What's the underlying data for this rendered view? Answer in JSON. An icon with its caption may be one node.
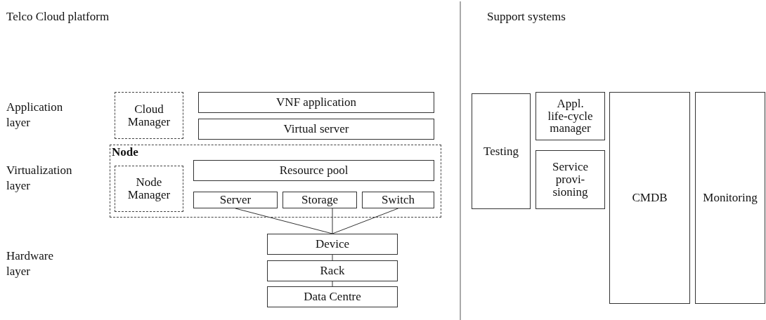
{
  "diagram": {
    "nodes": [
      {
        "text": [
          "Cloud Manager"
        ]
      },
      {
        "text": [
          "VNF application"
        ]
      },
      {
        "text": [
          "Virtual server"
        ]
      },
      {
        "text": [
          "Node"
        ]
      },
      {
        "text": [
          "Node Manager"
        ],
        "in": 3
      },
      {
        "text": [
          "Resource pool"
        ],
        "in": 3
      },
      {
        "text": [
          "Server"
        ],
        "in": 3
      },
      {
        "text": [
          "Storage"
        ],
        "in": 3
      },
      {
        "text": [
          "Switch"
        ],
        "in": 3
      },
      {
        "text": [
          "Device"
        ]
      },
      {
        "text": [
          "Rack"
        ]
      },
      {
        "text": [
          "Data Centre"
        ]
      },
      {
        "text": [
          "Testing"
        ]
      },
      {
        "text": [
          "Appl. life-cycle manager"
        ]
      },
      {
        "text": [
          "Service provi- sioning"
        ]
      },
      {
        "text": [
          "CMDB"
        ]
      },
      {
        "text": [
          "Monitoring"
        ]
      }
    ],
    "edges": [
      {
        "from": 6,
        "to": 9,
        "arrow": "none"
      },
      {
        "from": 7,
        "to": 9,
        "arrow": "none"
      },
      {
        "from": 8,
        "to": 9,
        "arrow": "none"
      },
      {
        "from": 9,
        "to": 10,
        "arrow": "none"
      },
      {
        "from": 10,
        "to": 11,
        "arrow": "none"
      }
    ],
    "labels": [
      "Telco Cloud platform",
      "Support systems",
      "Application layer",
      "Virtualization layer",
      "Hardware layer"
    ]
  }
}
